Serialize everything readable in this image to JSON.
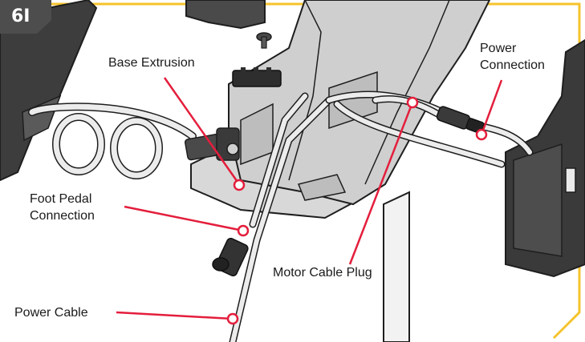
{
  "step": "6I",
  "colors": {
    "frame": "#f5c32c",
    "callout": "#e41e3c",
    "housing": "#3a3a3a",
    "extrusion": "#d4d4d4",
    "cable": "#e8e8e8",
    "outline": "#1e1e1e"
  },
  "labels": {
    "base_extrusion": "Base Extrusion",
    "power_connection_1": "Power",
    "power_connection_2": "Connection",
    "foot_pedal_1": "Foot Pedal",
    "foot_pedal_2": "Connection",
    "motor_cable_plug": "Motor Cable Plug",
    "power_cable": "Power Cable"
  },
  "icons": [
    "step-badge",
    "callout-ring"
  ]
}
